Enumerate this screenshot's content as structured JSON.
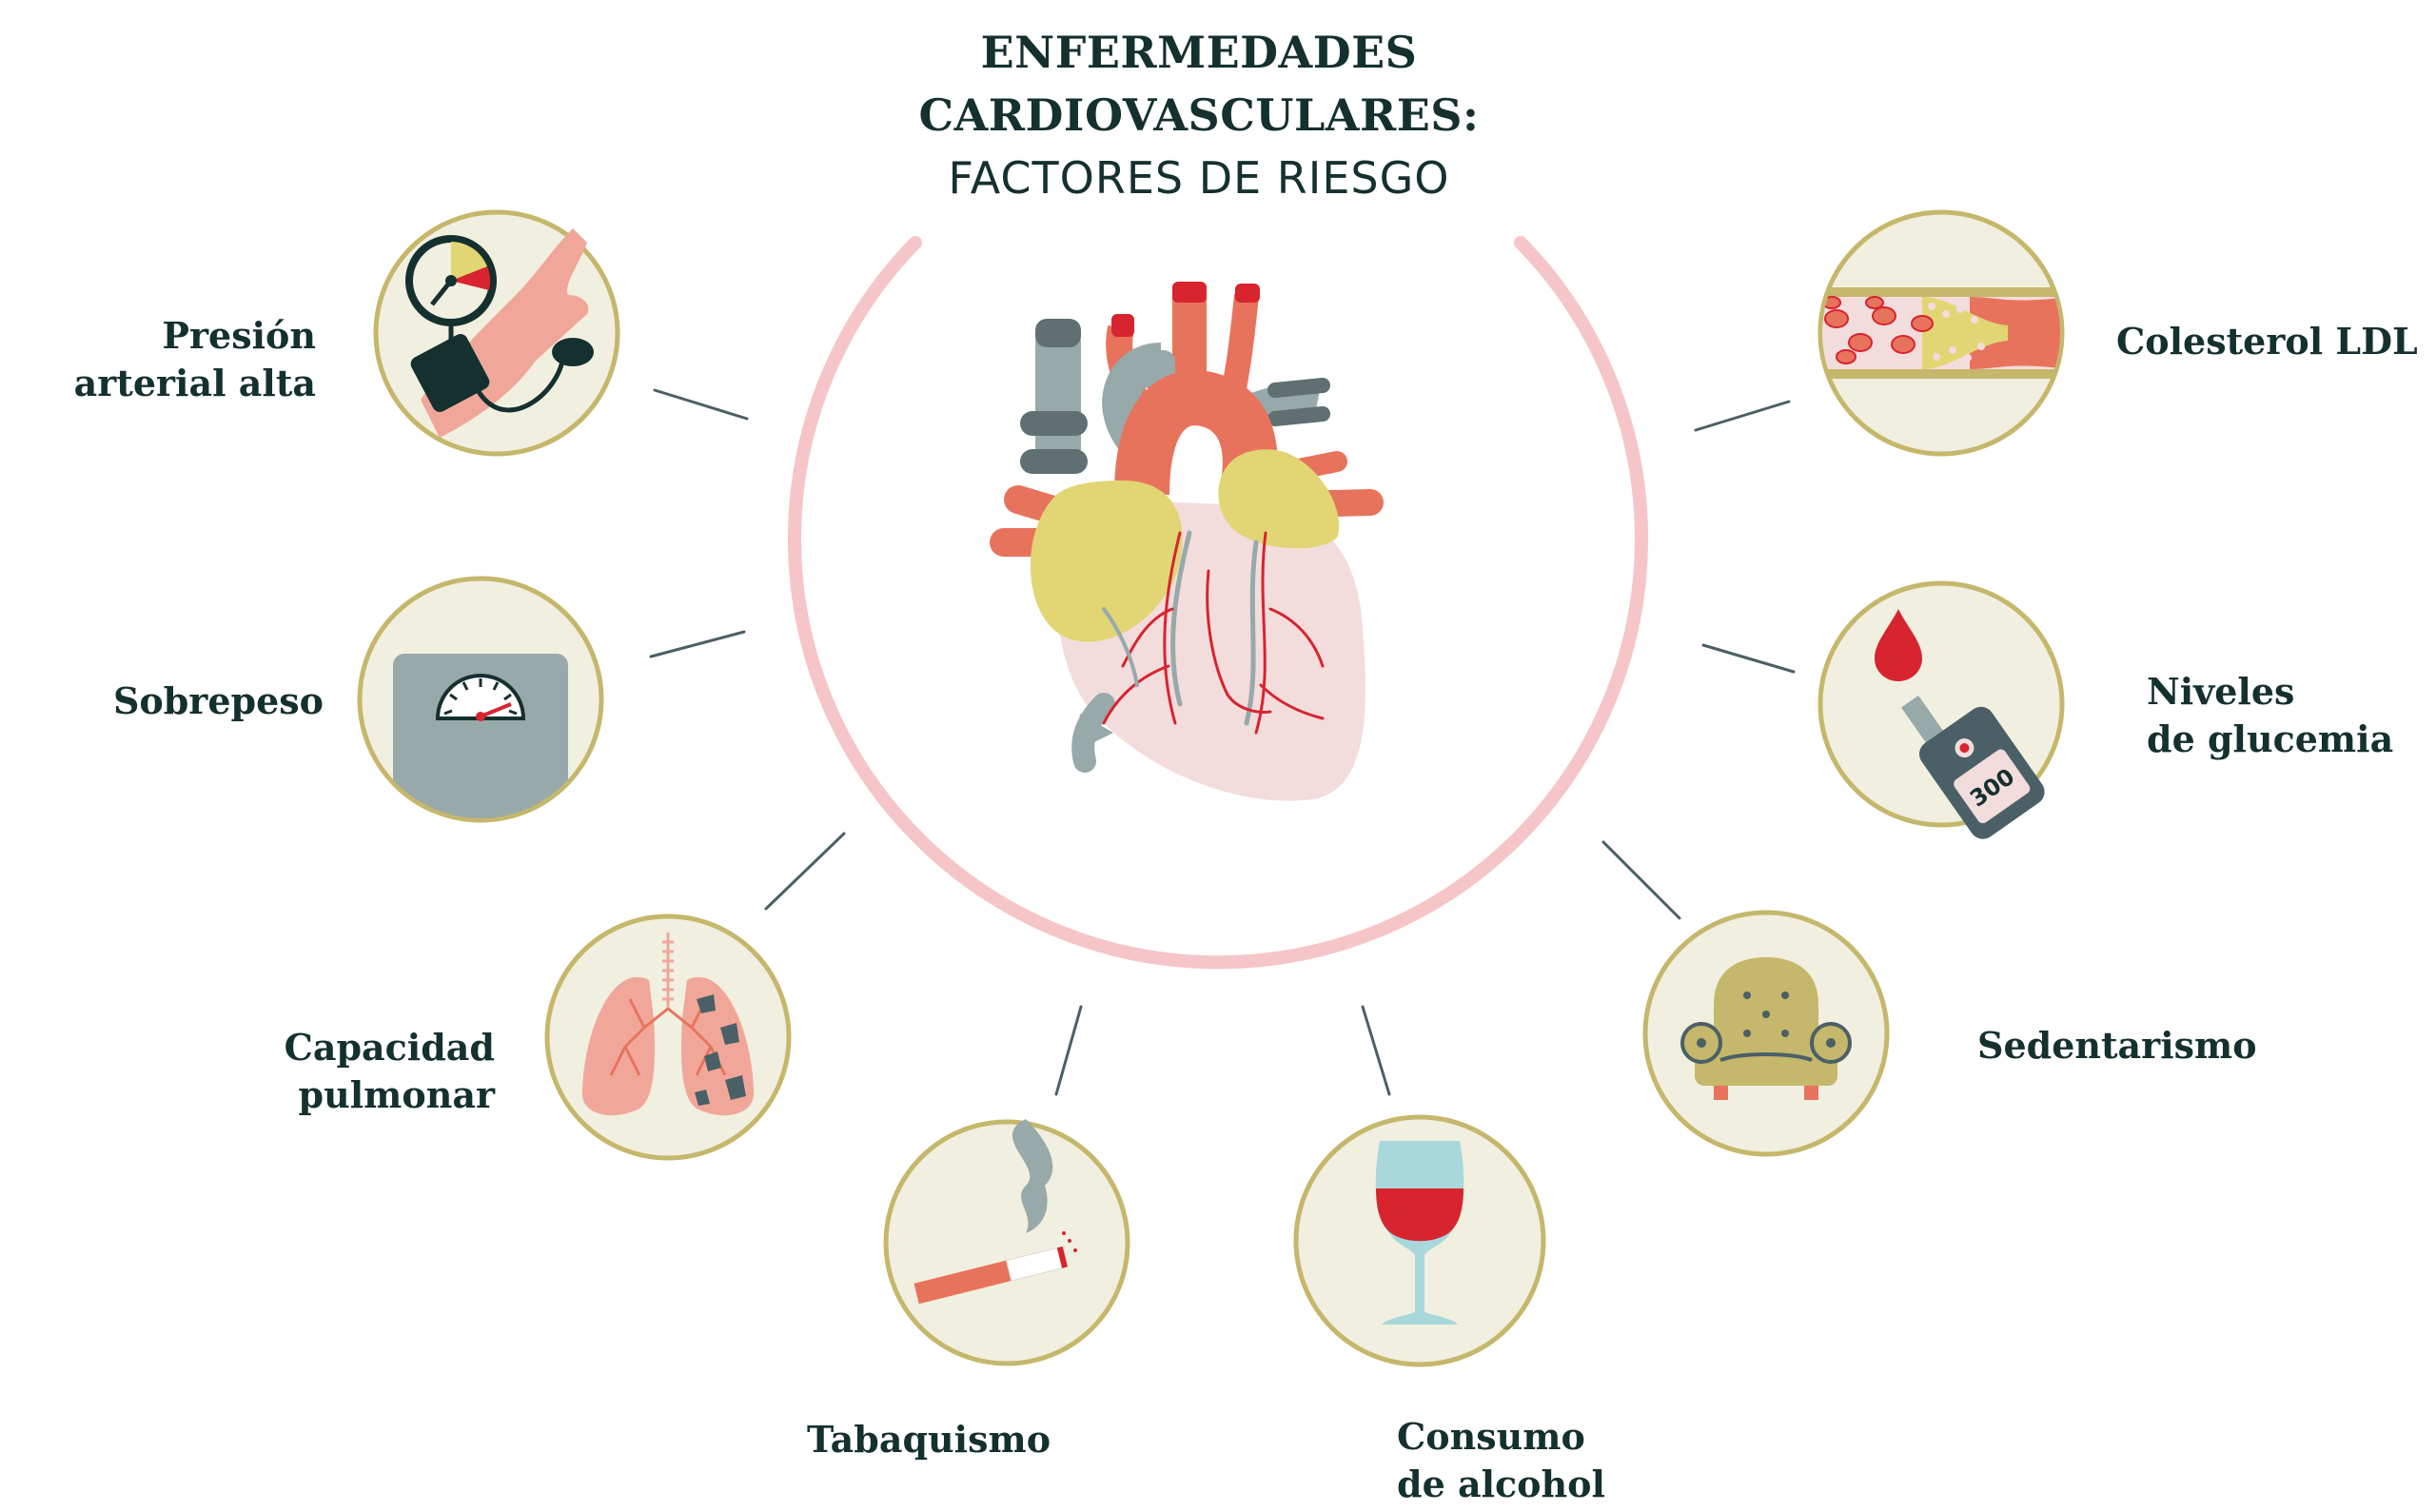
{
  "title": {
    "line1": "ENFERMEDADES",
    "line2": "CARDIOVASCULARES:",
    "subtitle": "FACTORES DE RIESGO"
  },
  "factors": [
    {
      "id": "presion",
      "label_lines": [
        "Presión",
        "arterial alta"
      ],
      "icon": "blood-pressure-icon"
    },
    {
      "id": "sobrepeso",
      "label_lines": [
        "Sobrepeso"
      ],
      "icon": "scale-icon"
    },
    {
      "id": "pulmonar",
      "label_lines": [
        "Capacidad",
        "pulmonar"
      ],
      "icon": "lungs-icon"
    },
    {
      "id": "tabaquismo",
      "label_lines": [
        "Tabaquismo"
      ],
      "icon": "cigarette-icon"
    },
    {
      "id": "alcohol",
      "label_lines": [
        "Consumo",
        "de alcohol"
      ],
      "icon": "wine-glass-icon"
    },
    {
      "id": "sedentarismo",
      "label_lines": [
        "Sedentarismo"
      ],
      "icon": "armchair-icon"
    },
    {
      "id": "glucemia",
      "label_lines": [
        "Niveles",
        "de glucemia"
      ],
      "icon": "glucometer-icon"
    },
    {
      "id": "colesterol",
      "label_lines": [
        "Colesterol LDL"
      ],
      "icon": "artery-icon"
    }
  ],
  "glucometer_reading": "300",
  "colors": {
    "text": "#14302f",
    "ring": "#f5c5c7",
    "icon_bg": "#f1efdf",
    "icon_border": "#c5b76b",
    "connector": "#4a6066",
    "red": "#e8735c",
    "yellow": "#e1d673",
    "gray": "#98a9aa"
  }
}
